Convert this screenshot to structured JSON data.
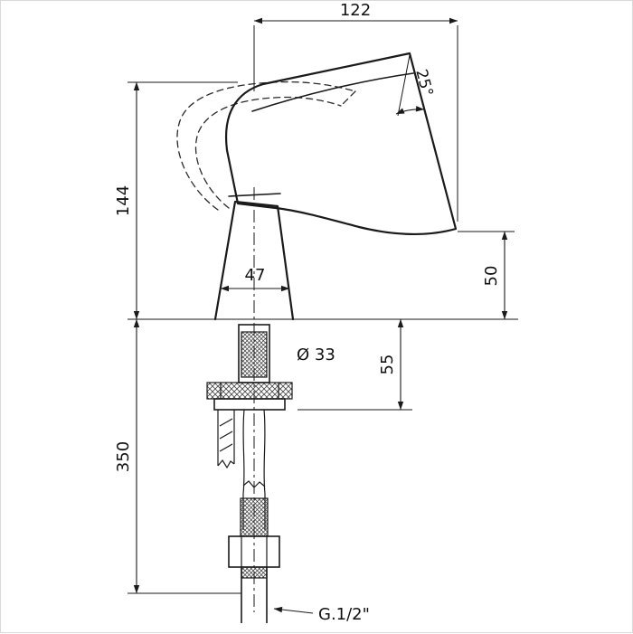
{
  "drawing": {
    "dimensions": {
      "spout_reach": "122",
      "spout_angle": "25°",
      "spout_height": "144",
      "body_width": "47",
      "spout_drop": "50",
      "hole_diameter": "Ø 33",
      "shank_length": "55",
      "supply_length": "350",
      "thread_size": "G.1/2\""
    }
  }
}
